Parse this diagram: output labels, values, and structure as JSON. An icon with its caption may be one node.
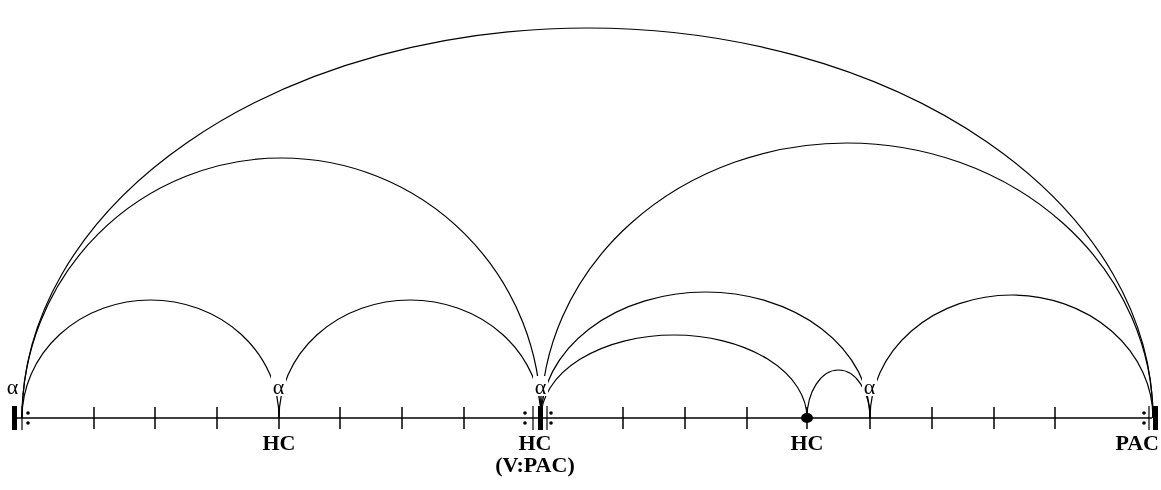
{
  "diagram": {
    "nodes": [
      {
        "text": [
          "α"
        ]
      },
      {
        "text": [
          "α"
        ],
        "beside": [
          "HC"
        ]
      },
      {
        "text": [
          "α"
        ],
        "beside": [
          "HC (V:PAC)"
        ]
      },
      {
        "text": [],
        "shape": "circle",
        "beside": [
          "HC"
        ]
      },
      {
        "text": [
          "α"
        ]
      },
      {
        "text": [],
        "shape": "bar",
        "beside": [
          "PAC"
        ]
      }
    ],
    "edges": [
      {
        "from": 0,
        "to": 5,
        "arrow": "none"
      },
      {
        "from": 0,
        "to": 2,
        "arrow": "none"
      },
      {
        "from": 0,
        "to": 1,
        "arrow": "none"
      },
      {
        "from": 1,
        "to": 2,
        "arrow": "none"
      },
      {
        "from": 2,
        "to": 5,
        "arrow": "none"
      },
      {
        "from": 2,
        "to": 4,
        "arrow": "none"
      },
      {
        "from": 2,
        "to": 3,
        "arrow": "none"
      },
      {
        "from": 3,
        "to": 4,
        "arrow": "none"
      },
      {
        "from": 4,
        "to": 5,
        "arrow": "none"
      }
    ]
  }
}
